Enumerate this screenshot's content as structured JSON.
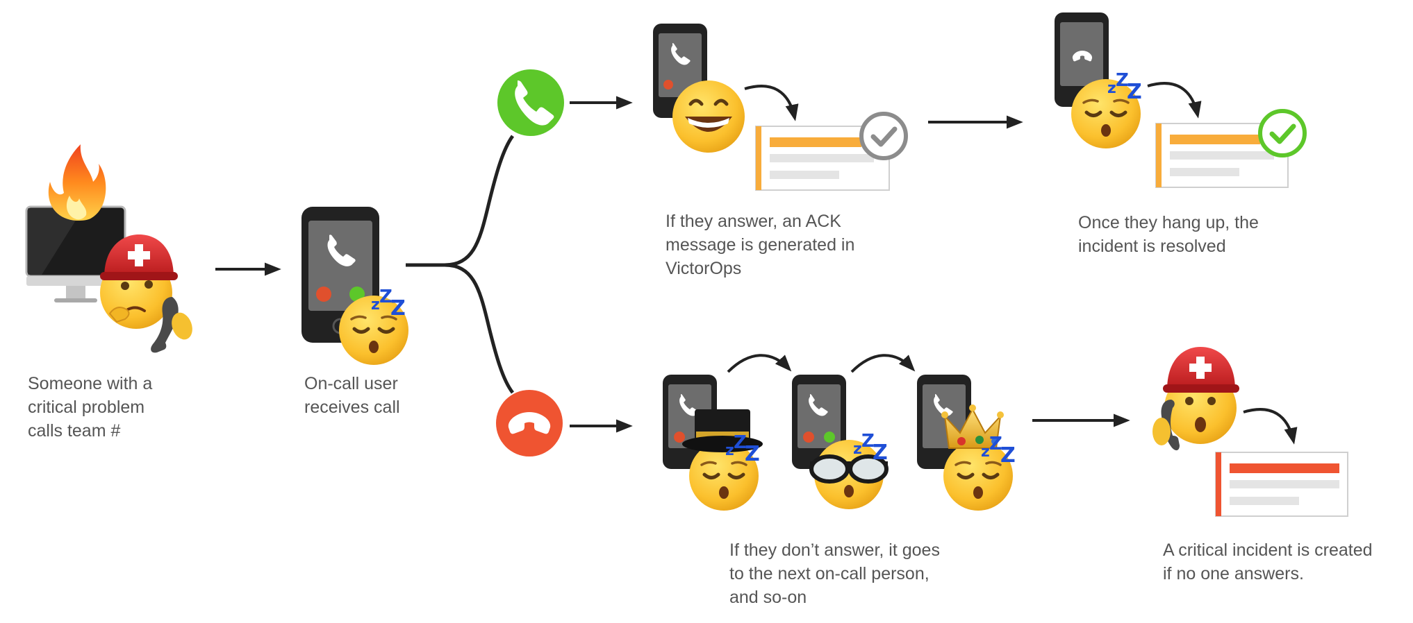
{
  "captions": {
    "caller": [
      "Someone with a",
      "critical problem",
      "calls team #"
    ],
    "oncall": [
      "On-call user",
      "receives call"
    ],
    "answer": [
      "If they answer, an ACK",
      "message is generated in",
      "VictorOps"
    ],
    "resolved": [
      "Once they hang up, the",
      "incident is resolved"
    ],
    "escalate": [
      "If they don’t answer, it goes",
      "to the next on-call person,",
      "and so-on"
    ],
    "critical": [
      "A critical incident is created",
      "if no one answers."
    ]
  },
  "colors": {
    "answer_green": "#5dc72a",
    "decline_red": "#ef5431",
    "ack_orange": "#f8ac3b",
    "critical_red": "#ef5431",
    "check_gray": "#8c8c8c",
    "check_green": "#5dc72a",
    "arrow": "#222222",
    "text": "#555555"
  },
  "icons": [
    "fire-icon",
    "monitor-icon",
    "helmet-emoji-icon",
    "thinking-emoji-icon",
    "phone-handset-icon",
    "sleeping-emoji-icon",
    "zzz-icon",
    "answer-call-icon",
    "decline-call-icon",
    "grin-emoji-icon",
    "checkmark-icon",
    "top-hat-icon",
    "sunglasses-icon",
    "crown-icon",
    "surprised-emoji-icon"
  ]
}
